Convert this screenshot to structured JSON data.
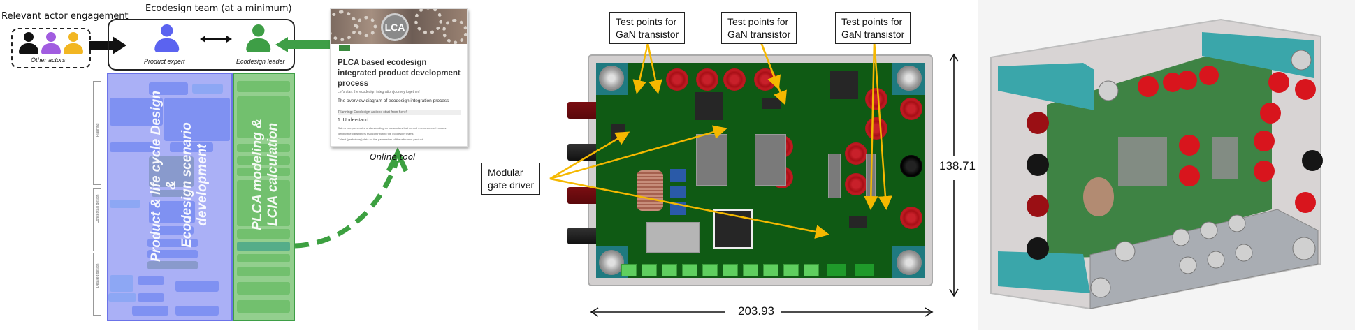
{
  "framework": {
    "actor_engagement_title": "Relevant actor engagement",
    "team_title": "Ecodesign team (at a minimum)",
    "other_actors_label": "Other actors",
    "product_expert_label": "Product expert",
    "ecodesign_leader_label": "Ecodesign leader",
    "actor_colors": {
      "other_1": "#111111",
      "other_2": "#a15ce0",
      "other_3": "#f2b622",
      "product_expert": "#5b63f0",
      "ecodesign_leader": "#3e9e46"
    },
    "phases": [
      "Planning",
      "Conceptual design",
      "Detailed design"
    ],
    "blue_column_label_lines": [
      "Product & life cycle Design",
      "&",
      "Ecodesign scenario",
      "development"
    ],
    "green_column_label_lines": [
      "PLCA modeling &",
      "LCIA calculation"
    ],
    "online_tool": {
      "banner_badge": "LCA",
      "title": "PLCA based ecodesign integrated product development process",
      "lines": [
        "Let's start the ecodesign integration journey together!",
        "The overview diagram of ecodesign integration process",
        "Planning: Ecodesign actions start from here!",
        "1. Understand :",
        "Gain a comprehensive understanding on parameters that control environmental impacts",
        "Identify the parameters that contributing the ecodesign teams",
        "Collect (preliminary) data for the parameters of the reference product"
      ],
      "caption": "Online tool"
    }
  },
  "pcb_view": {
    "callouts": {
      "test_points_1": [
        "Test points for",
        "GaN transistor"
      ],
      "test_points_2": [
        "Test points for",
        "GaN transistor"
      ],
      "test_points_3": [
        "Test points for",
        "GaN transistor"
      ],
      "gate_driver": [
        "Modular",
        "gate driver"
      ]
    },
    "width_dimension": "203.93",
    "height_dimension": "138.71",
    "arrow_color": "#f5b800"
  },
  "render_3d": {
    "description": "Isometric 3D render of enclosed GaN test board"
  }
}
